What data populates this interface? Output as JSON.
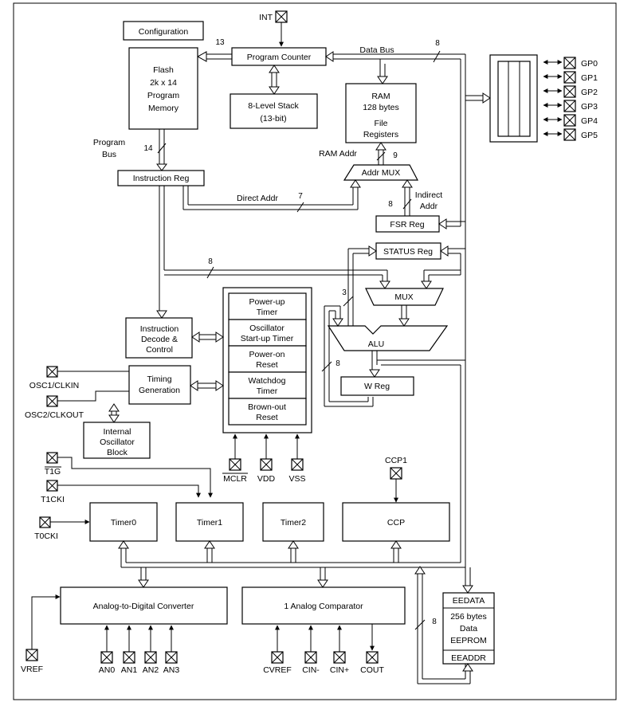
{
  "frame": {
    "border_color": "#000000",
    "background": "#ffffff"
  },
  "labels": {
    "int": "INT",
    "configuration": "Configuration",
    "program_counter": "Program Counter",
    "data_bus": "Data Bus",
    "flash": [
      "Flash",
      "2k x 14",
      "Program",
      "Memory"
    ],
    "stack": [
      "8-Level Stack",
      "(13-bit)"
    ],
    "ram": [
      "RAM",
      "128 bytes",
      "File",
      "Registers"
    ],
    "program_bus": [
      "Program",
      "Bus"
    ],
    "ram_addr": "RAM Addr",
    "instruction_reg": "Instruction Reg",
    "addr_mux": "Addr MUX",
    "direct_addr": "Direct Addr",
    "indirect_addr": [
      "Indirect",
      "Addr"
    ],
    "fsr_reg": "FSR Reg",
    "status_reg": "STATUS Reg",
    "mux": "MUX",
    "alu": "ALU",
    "w_reg": "W Reg",
    "instruction_decode": [
      "Instruction",
      "Decode &",
      "Control"
    ],
    "timing_generation": [
      "Timing",
      "Generation"
    ],
    "internal_oscillator": [
      "Internal",
      "Oscillator",
      "Block"
    ],
    "osc1": "OSC1/CLKIN",
    "osc2": "OSC2/CLKOUT",
    "power_up_timer": [
      "Power-up",
      "Timer"
    ],
    "oscillator_startup_timer": [
      "Oscillator",
      "Start-up Timer"
    ],
    "power_on_reset": [
      "Power-on",
      "Reset"
    ],
    "watchdog_timer": [
      "Watchdog",
      "Timer"
    ],
    "brown_out_reset": [
      "Brown-out",
      "Reset"
    ],
    "mclr": "MCLR",
    "vdd": "VDD",
    "vss": "VSS",
    "t1g": "T1G",
    "t1cki": "T1CKI",
    "t0cki": "T0CKI",
    "ccp1": "CCP1",
    "timer0": "Timer0",
    "timer1": "Timer1",
    "timer2": "Timer2",
    "ccp": "CCP",
    "adc": "Analog-to-Digital Converter",
    "comparator": "1 Analog Comparator",
    "vref": "VREF",
    "an0": "AN0",
    "an1": "AN1",
    "an2": "AN2",
    "an3": "AN3",
    "cvref": "CVREF",
    "cin_minus": "CIN-",
    "cin_plus": "CIN+",
    "cout": "COUT",
    "eedata": "EEDATA",
    "eeprom": [
      "256 bytes",
      "Data",
      "EEPROM"
    ],
    "eeaddr": "EEADDR",
    "gpio": [
      "GP0",
      "GP1",
      "GP2",
      "GP3",
      "GP4",
      "GP5"
    ]
  },
  "bus_widths": {
    "pc_to_flash": "13",
    "data_bus": "8",
    "program_bus": "14",
    "ram_addr": "9",
    "direct_addr": "7",
    "indirect_addr": "8",
    "internal_bus": "8",
    "mux_input": "3",
    "w_feedback": "8",
    "eeprom_bus": "8"
  }
}
